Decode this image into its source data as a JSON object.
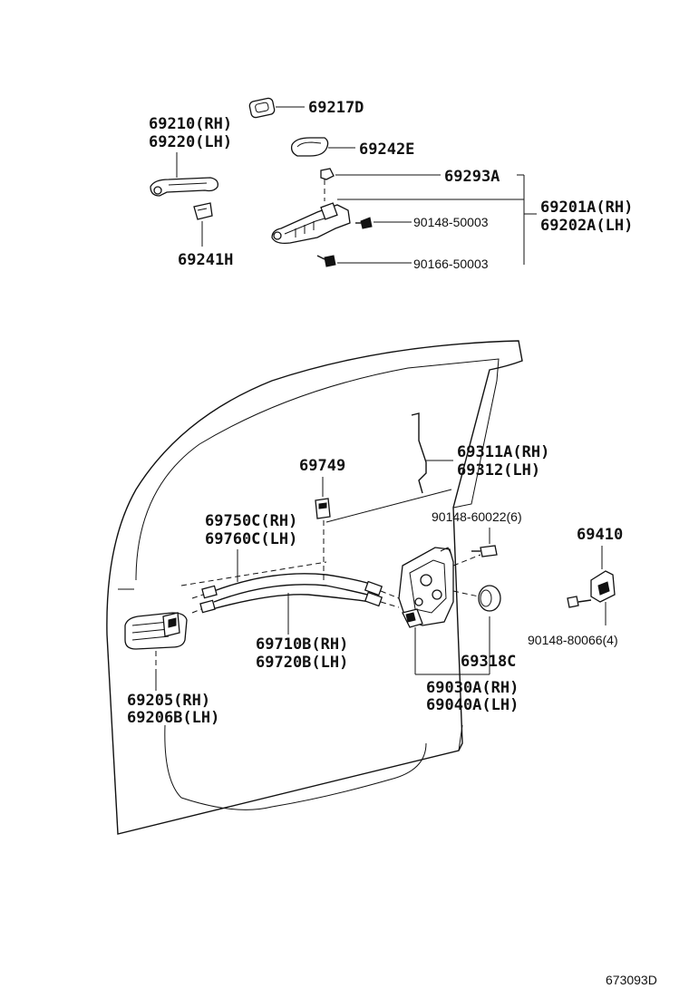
{
  "labels": {
    "l_69217d": "69217D",
    "l_69210": "69210(RH)",
    "l_69220": "69220(LH)",
    "l_69242e": "69242E",
    "l_69293a": "69293A",
    "l_69201a": "69201A(RH)",
    "l_69202a": "69202A(LH)",
    "l_90148_50003": "90148-50003",
    "l_90166_50003": "90166-50003",
    "l_69241h": "69241H",
    "l_69311a": "69311A(RH)",
    "l_69312": "69312(LH)",
    "l_69749": "69749",
    "l_69750c": "69750C(RH)",
    "l_69760c": "69760C(LH)",
    "l_90148_60022": "90148-60022(6)",
    "l_69410": "69410",
    "l_69710b": "69710B(RH)",
    "l_69720b": "69720B(LH)",
    "l_69318c": "69318C",
    "l_90148_80066": "90148-80066(4)",
    "l_69205": "69205(RH)",
    "l_69206b": "69206B(LH)",
    "l_69030a": "69030A(RH)",
    "l_69040a": "69040A(LH)",
    "drawing_code": "673093D"
  }
}
